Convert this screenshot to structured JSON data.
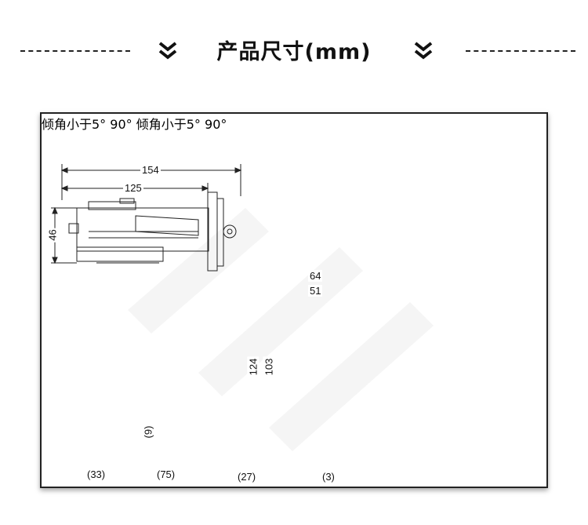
{
  "header": {
    "title": "产品尺寸(mm)",
    "left_icon": "double-chevron-down-icon",
    "right_icon": "double-chevron-down-icon"
  },
  "diagram": {
    "top_left_view": {
      "dims": {
        "overall_length": "154",
        "body_length": "125",
        "height": "46"
      }
    },
    "front_view": {
      "dims": {
        "outer_width": "64",
        "inner_width": "51",
        "outer_height": "124",
        "inner_height": "103",
        "offset_left": "(27)",
        "offset_right": "(3)"
      }
    },
    "side_view": {
      "dims": {
        "bottom_gap": "(9)",
        "depth_front": "(33)",
        "depth_rear": "(75)"
      }
    },
    "tilt_view_top": {
      "note": "倾角小于5°",
      "angle": "90°"
    },
    "tilt_view_bottom": {
      "note": "倾角小于5°",
      "angle": "90°"
    }
  },
  "colors": {
    "line": "#222222",
    "watermark": "#e8e8e8",
    "frame_border": "#222222"
  }
}
